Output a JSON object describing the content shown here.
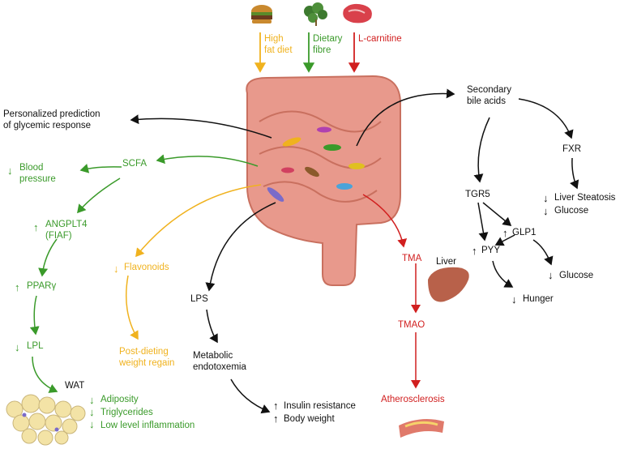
{
  "inputs": {
    "high_fat_diet": "High\nfat diet",
    "dietary_fibre": "Dietary\nfibre",
    "l_carnitine": "L-carnitine"
  },
  "left_branch": {
    "personalized": "Personalized prediction\nof glycemic response",
    "scfa": "SCFA",
    "blood_pressure": "Blood\npressure",
    "angplt4": "ANGPLT4\n(FIAF)",
    "ppar": "PPARγ",
    "lpl": "LPL",
    "wat": "WAT",
    "adiposity": "Adiposity",
    "triglycerides": "Triglycerides",
    "inflammation": "Low level inflammation"
  },
  "flavonoid_branch": {
    "flavonoids": "Flavonoids",
    "regain": "Post-dieting\nweight regain"
  },
  "lps_branch": {
    "lps": "LPS",
    "endotoxemia": "Metabolic\nendotoxemia",
    "insulin": "Insulin resistance",
    "body_weight": "Body weight"
  },
  "tma_branch": {
    "tma": "TMA",
    "liver": "Liver",
    "tmao": "TMAO",
    "athero": "Atherosclerosis"
  },
  "bile_branch": {
    "secondary": "Secondary\nbile acids",
    "fxr": "FXR",
    "steatosis": "Liver Steatosis",
    "glucose1": "Glucose",
    "tgr5": "TGR5",
    "glp1": "GLP1",
    "pyy": "PYY",
    "glucose2": "Glucose",
    "hunger": "Hunger"
  },
  "colors": {
    "green": "#3a9a2a",
    "orange": "#f0b21e",
    "red": "#d11f1f",
    "black": "#111111",
    "gut": "#e8998c"
  }
}
